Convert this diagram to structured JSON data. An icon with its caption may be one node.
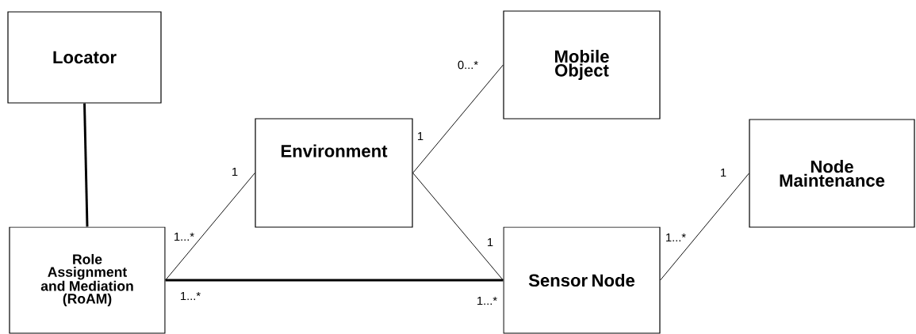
{
  "diagram": {
    "nodes": [
      {
        "text": [
          "Locator"
        ]
      },
      {
        "text": [
          "Mobile Object"
        ]
      },
      {
        "text": [
          "Environment"
        ]
      },
      {
        "text": [
          "Node Maintenance"
        ]
      },
      {
        "text": [
          "Role Assignment and Mediation (RoAM)"
        ]
      },
      {
        "text": [
          "Sensor Node"
        ]
      }
    ],
    "edges": [
      {
        "from": 0,
        "to": 4,
        "arrow": "none",
        "style": "thick"
      },
      {
        "from": 4,
        "to": 2,
        "arrow": "none"
      },
      {
        "from": 2,
        "to": 1,
        "arrow": "none"
      },
      {
        "from": 2,
        "to": 5,
        "arrow": "none"
      },
      {
        "from": 4,
        "to": 5,
        "arrow": "none",
        "style": "thick"
      },
      {
        "from": 5,
        "to": 3,
        "arrow": "none"
      }
    ],
    "labels": [
      "0...*",
      "1",
      "1",
      "1",
      "1...*",
      "1...*",
      "1",
      "1...*",
      "1...*"
    ]
  }
}
